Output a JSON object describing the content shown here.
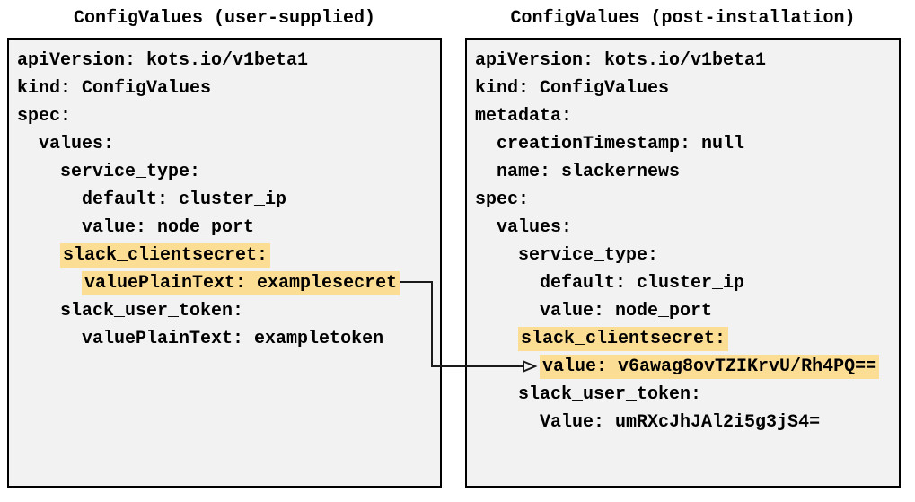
{
  "colors": {
    "panel_background": "#f2f2f2",
    "panel_border": "#000000",
    "highlight": "#fbde94",
    "text": "#000000",
    "arrow": "#1a1a1a"
  },
  "panels": [
    {
      "id": "user-supplied",
      "title": "ConfigValues (user-supplied)",
      "lines": [
        {
          "indent": 0,
          "text": "apiVersion: kots.io/v1beta1",
          "highlight": false
        },
        {
          "indent": 0,
          "text": "kind: ConfigValues",
          "highlight": false
        },
        {
          "indent": 0,
          "text": "spec:",
          "highlight": false
        },
        {
          "indent": 2,
          "text": "values:",
          "highlight": false
        },
        {
          "indent": 4,
          "text": "service_type:",
          "highlight": false
        },
        {
          "indent": 6,
          "text": "default: cluster_ip",
          "highlight": false
        },
        {
          "indent": 6,
          "text": "value: node_port",
          "highlight": false
        },
        {
          "indent": 4,
          "text": "slack_clientsecret:",
          "highlight": true
        },
        {
          "indent": 6,
          "text": "valuePlainText: examplesecret",
          "highlight": true
        },
        {
          "indent": 4,
          "text": "slack_user_token:",
          "highlight": false
        },
        {
          "indent": 6,
          "text": "valuePlainText: exampletoken",
          "highlight": false
        }
      ]
    },
    {
      "id": "post-installation",
      "title": "ConfigValues (post-installation)",
      "lines": [
        {
          "indent": 0,
          "text": "apiVersion: kots.io/v1beta1",
          "highlight": false
        },
        {
          "indent": 0,
          "text": "kind: ConfigValues",
          "highlight": false
        },
        {
          "indent": 0,
          "text": "metadata:",
          "highlight": false
        },
        {
          "indent": 2,
          "text": "creationTimestamp: null",
          "highlight": false
        },
        {
          "indent": 2,
          "text": "name: slackernews",
          "highlight": false
        },
        {
          "indent": 0,
          "text": "spec:",
          "highlight": false
        },
        {
          "indent": 2,
          "text": "values:",
          "highlight": false
        },
        {
          "indent": 4,
          "text": "service_type:",
          "highlight": false
        },
        {
          "indent": 6,
          "text": "default: cluster_ip",
          "highlight": false
        },
        {
          "indent": 6,
          "text": "value: node_port",
          "highlight": false
        },
        {
          "indent": 4,
          "text": "slack_clientsecret:",
          "highlight": true
        },
        {
          "indent": 6,
          "text": "value: v6awag8ovTZIKrvU/Rh4PQ==",
          "highlight": true
        },
        {
          "indent": 4,
          "text": "slack_user_token:",
          "highlight": false
        },
        {
          "indent": 6,
          "text": "Value: umRXcJhJAl2i5g3jS4=",
          "highlight": false
        }
      ]
    }
  ],
  "connector": {
    "meaning": "user-supplied plaintext secret becomes encrypted value after installation"
  }
}
